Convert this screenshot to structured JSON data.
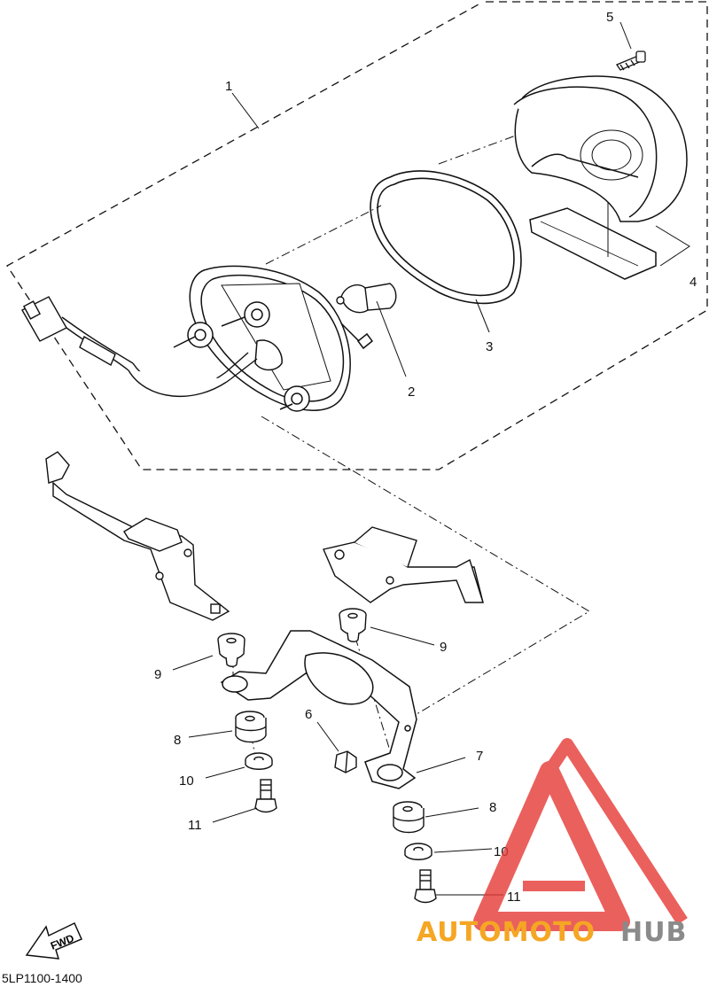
{
  "diagram": {
    "callouts": [
      "1",
      "2",
      "3",
      "4",
      "5",
      "6",
      "7",
      "8",
      "9",
      "10",
      "11"
    ],
    "fwd_label": "FWD",
    "part_code": "5LP1100-1400"
  },
  "watermark": {
    "brand_orange": "AUTOMOTO",
    "brand_gray": "HUB",
    "colors": {
      "orange": "#f5a623",
      "gray": "#8a8a8a",
      "red": "#e53935"
    }
  }
}
